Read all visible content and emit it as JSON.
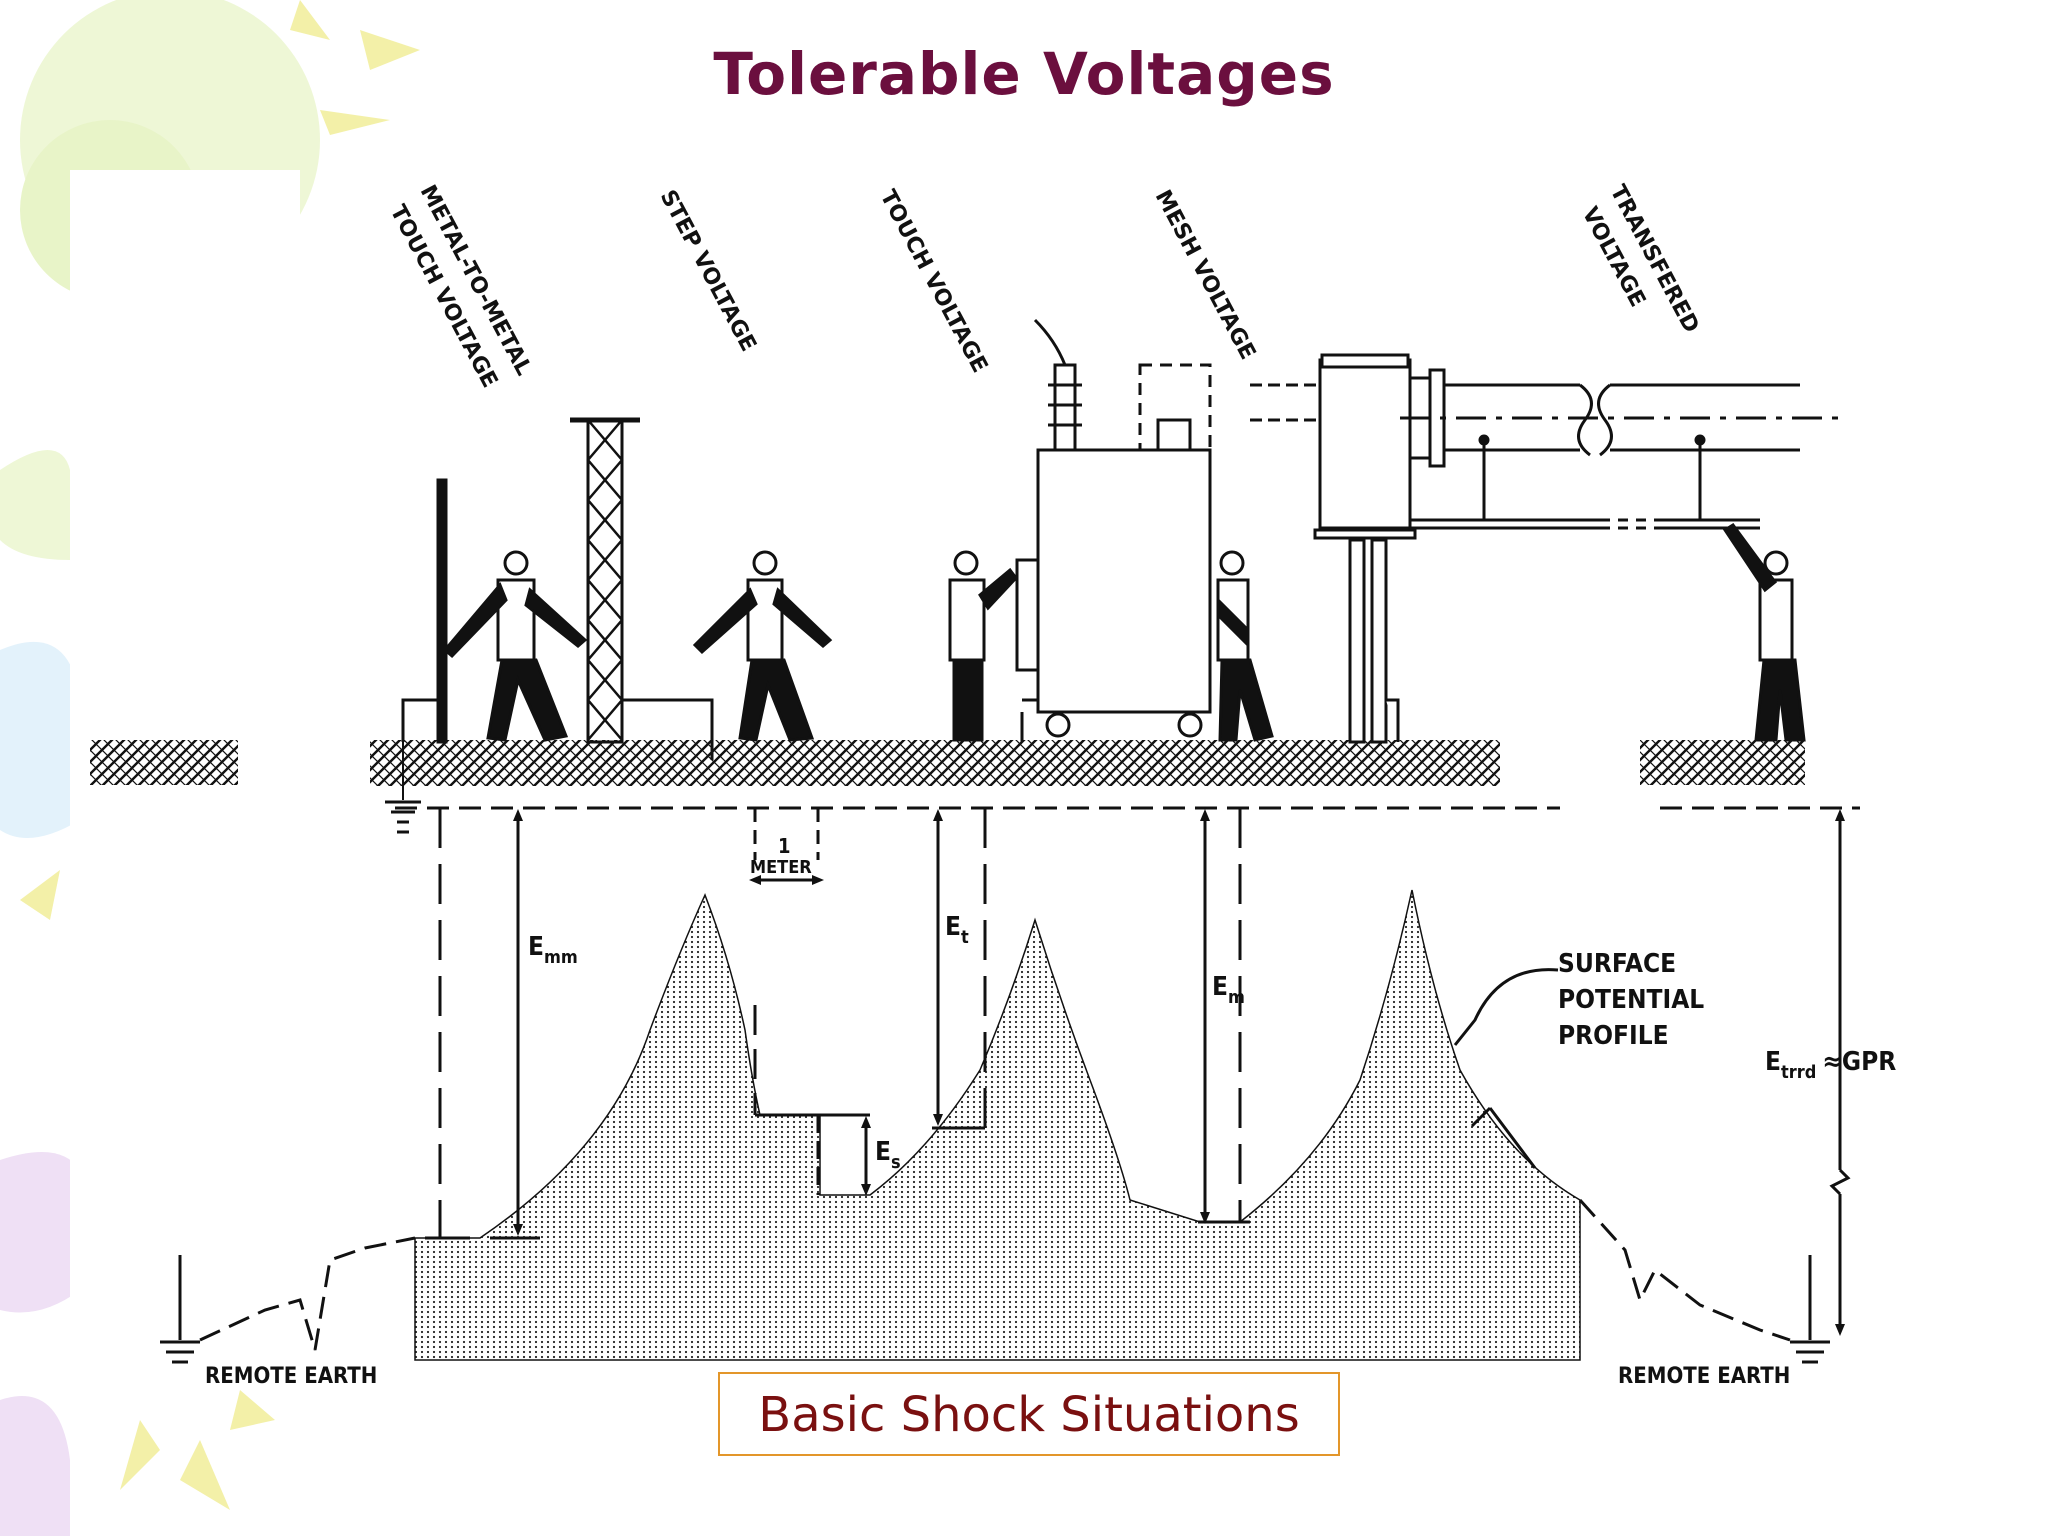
{
  "title": "Tolerable Voltages",
  "caption": "Basic Shock Situations",
  "labels": {
    "metal_touch_line1": "METAL-TO-METAL",
    "metal_touch_line2": "TOUCH VOLTAGE",
    "step": "STEP VOLTAGE",
    "touch": "TOUCH VOLTAGE",
    "mesh": "MESH VOLTAGE",
    "transferred_line1": "TRANSFERED",
    "transferred_line2": "VOLTAGE",
    "meter_num": "1",
    "meter": "METER",
    "e_mm": "E",
    "e_mm_sub": "mm",
    "e_t": "E",
    "e_t_sub": "t",
    "e_m": "E",
    "e_m_sub": "m",
    "e_s": "E",
    "e_s_sub": "s",
    "e_trrd": "E",
    "e_trrd_sub": "trrd",
    "gpr": "≈GPR",
    "surface_1": "SURFACE",
    "surface_2": "POTENTIAL",
    "surface_3": "PROFILE",
    "remote_earth_left": "REMOTE EARTH",
    "remote_earth_right": "REMOTE EARTH"
  },
  "colors": {
    "title": "#6b0f3e",
    "caption_text": "#7a1010",
    "caption_border": "#e3962a"
  }
}
